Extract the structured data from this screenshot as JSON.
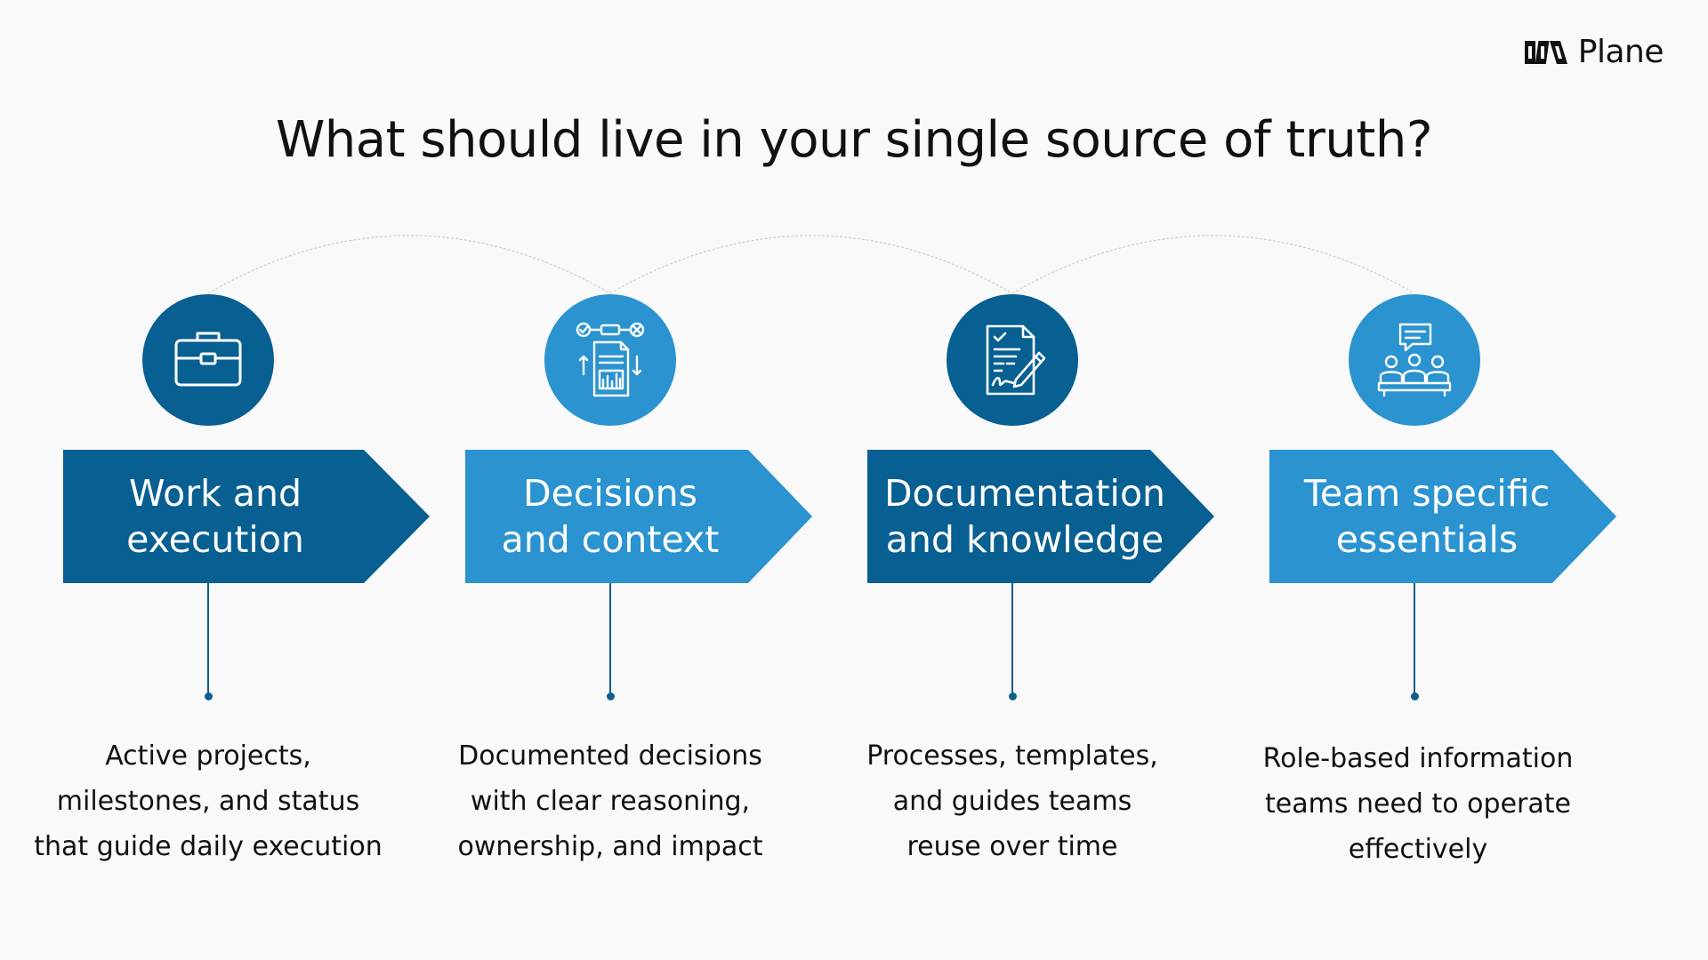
{
  "brand": {
    "name": "Plane",
    "logo_icon": "plane-logo-icon"
  },
  "title": "What should live in your single source of truth?",
  "colors": {
    "dark_blue": "#075f92",
    "light_blue": "#2a93d0",
    "connector": "#0e5f8f",
    "arc": "#d0d0d0",
    "background": "#f9f9f9"
  },
  "steps": [
    {
      "label": "Work and\nexecution",
      "icon": "briefcase-icon",
      "description": "Active projects,\nmilestones, and status\nthat guide daily execution",
      "color": "#075f92"
    },
    {
      "label": "Decisions\nand context",
      "icon": "decision-flow-document-icon",
      "description": "Documented decisions\nwith clear reasoning,\nownership, and impact",
      "color": "#2a93d0"
    },
    {
      "label": "Documentation\nand knowledge",
      "icon": "document-signature-icon",
      "description": "Processes, templates,\nand guides teams\nreuse over time",
      "color": "#075f92"
    },
    {
      "label": "Team specific\nessentials",
      "icon": "team-chat-icon",
      "description": "Role-based information\nteams need to operate\neffectively",
      "color": "#2a93d0"
    }
  ]
}
